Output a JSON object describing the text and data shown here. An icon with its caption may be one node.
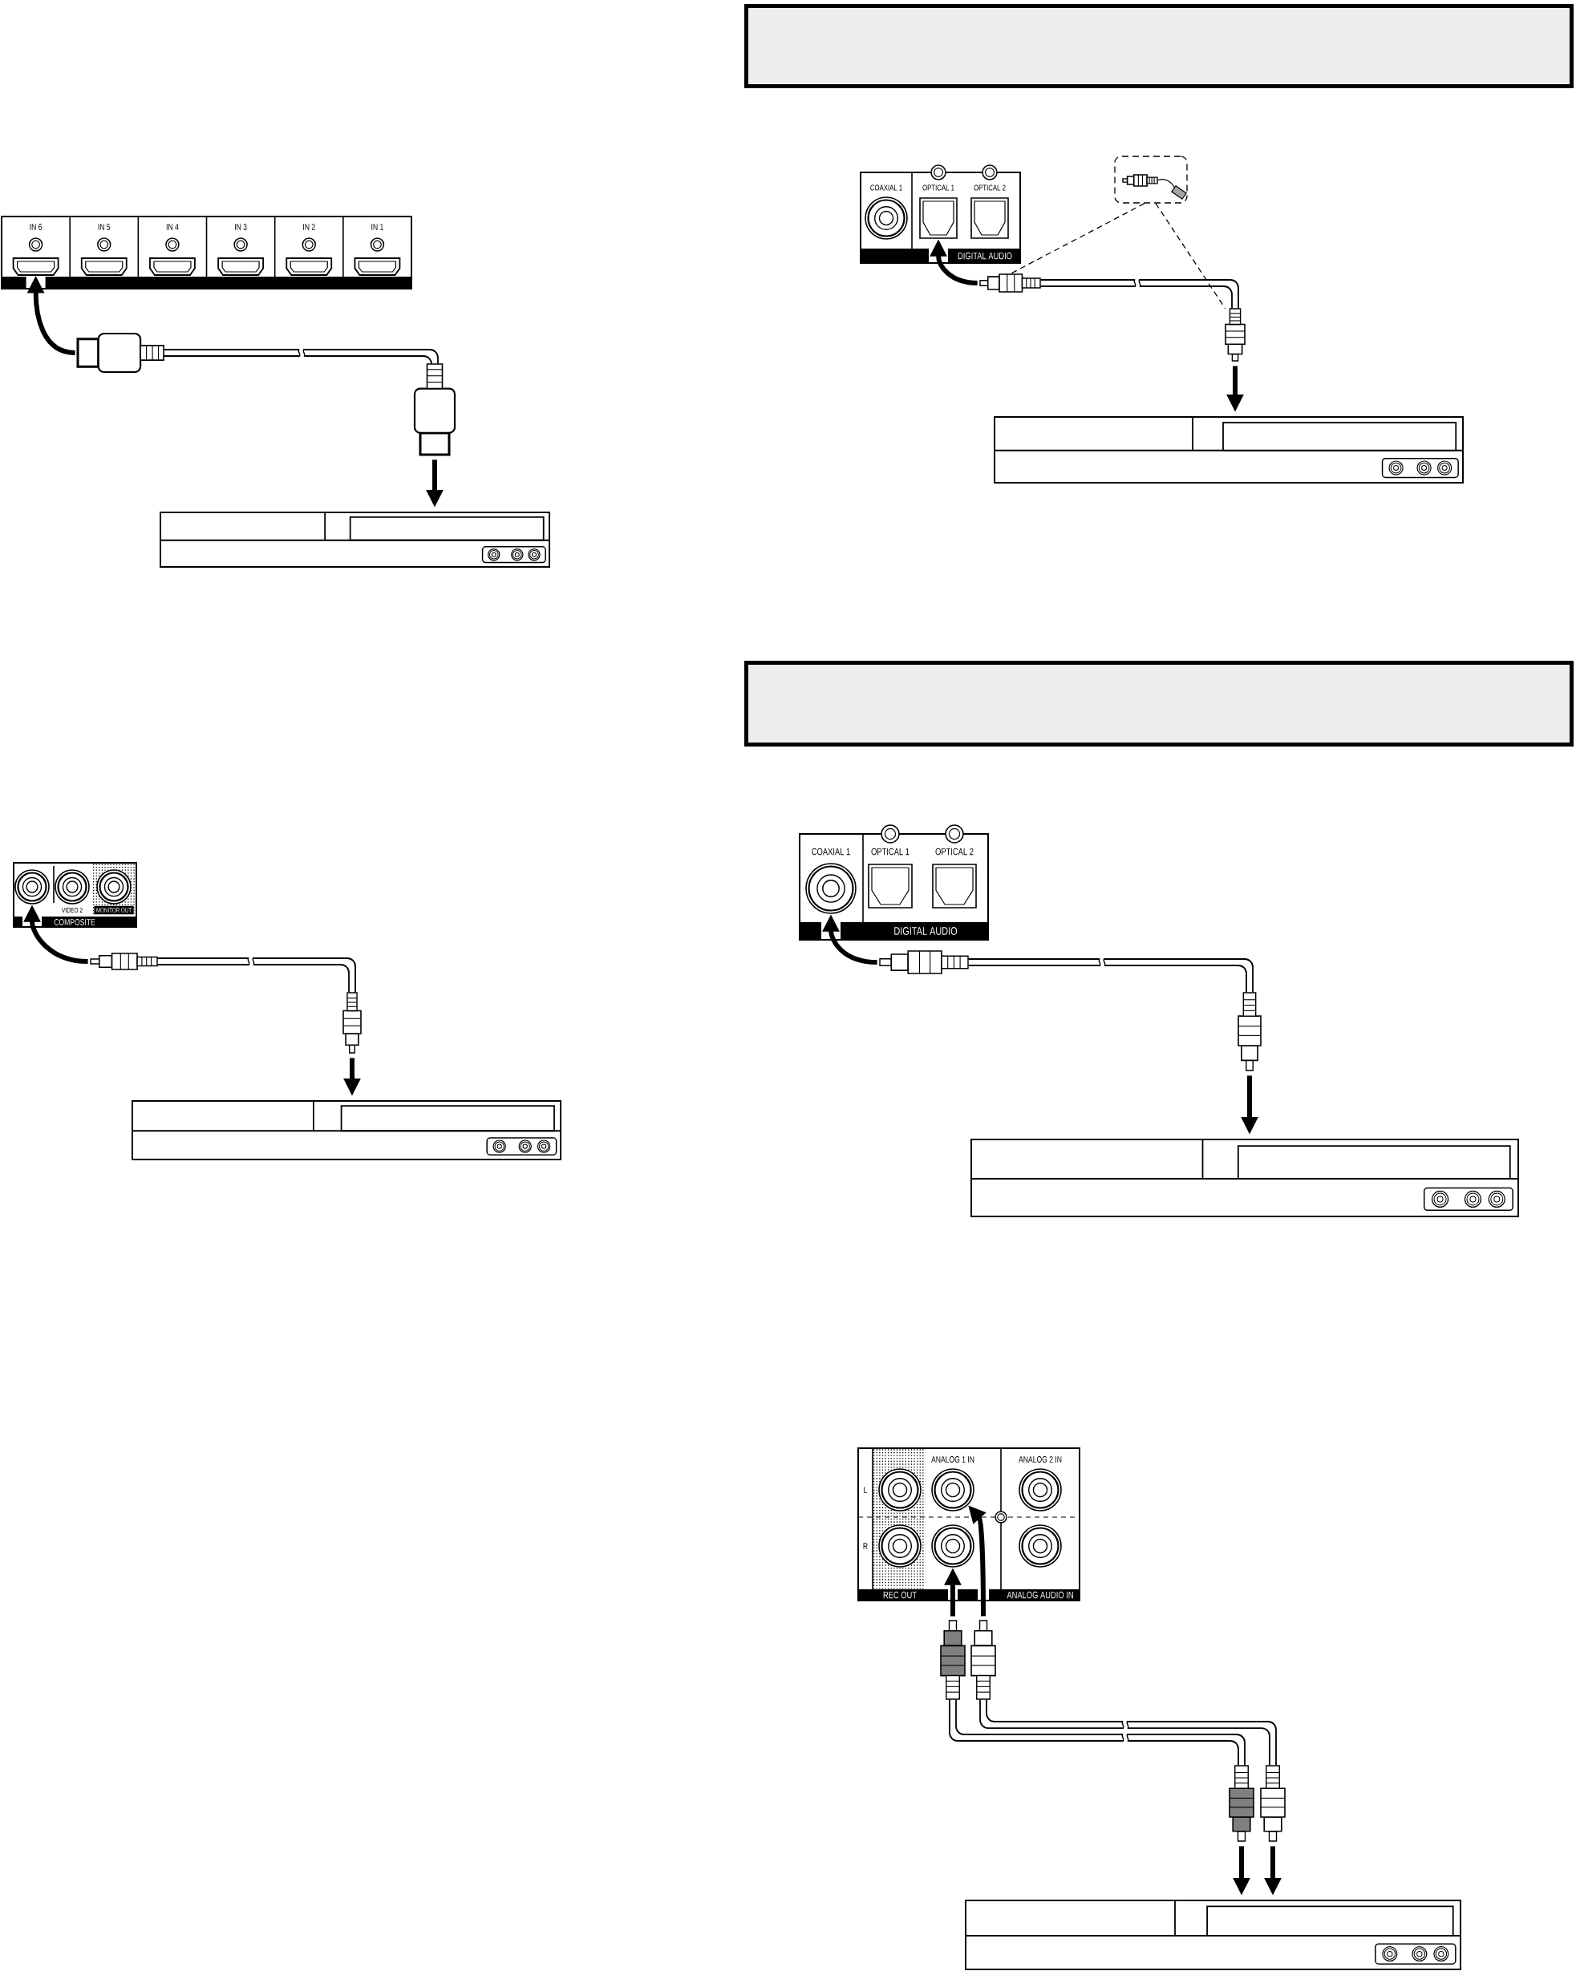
{
  "diagram": {
    "nodes": [
      {
        "text": [],
        "shape": "box"
      },
      {
        "text": [],
        "shape": "box",
        "in": 0,
        "beside": [
          "IN 6"
        ]
      },
      {
        "text": [],
        "shape": "box",
        "in": 0,
        "beside": [
          "IN 5"
        ]
      },
      {
        "text": [],
        "shape": "box",
        "in": 0,
        "beside": [
          "IN 4"
        ]
      },
      {
        "text": [],
        "shape": "box",
        "in": 0,
        "beside": [
          "IN 3"
        ]
      },
      {
        "text": [],
        "shape": "box",
        "in": 0,
        "beside": [
          "IN 2"
        ]
      },
      {
        "text": [],
        "shape": "box",
        "in": 0,
        "beside": [
          "IN 1"
        ]
      },
      {
        "text": [],
        "shape": "picture"
      },
      {
        "text": [],
        "shape": "picture"
      },
      {
        "text": [],
        "shape": "picture"
      },
      {
        "text": [
          "COMPOSITE"
        ]
      },
      {
        "text": [],
        "shape": "circle",
        "in": 10
      },
      {
        "text": [],
        "shape": "circle",
        "in": 10,
        "beside": [
          "VIDEO 2"
        ]
      },
      {
        "text": [],
        "shape": "circle",
        "in": 10,
        "beside": [
          "MONITOR OUT"
        ]
      },
      {
        "text": [],
        "shape": "picture"
      },
      {
        "text": [],
        "shape": "picture"
      },
      {
        "text": [],
        "shape": "picture"
      },
      {
        "text": [],
        "shape": "box"
      },
      {
        "text": [
          "DIGITAL AUDIO"
        ]
      },
      {
        "text": [],
        "shape": "circle",
        "in": 18,
        "beside": [
          "COAXIAL 1"
        ]
      },
      {
        "text": [],
        "shape": "box",
        "in": 18,
        "beside": [
          "OPTICAL 1"
        ]
      },
      {
        "text": [],
        "shape": "box",
        "in": 18,
        "beside": [
          "OPTICAL 2"
        ]
      },
      {
        "text": [],
        "shape": "picture"
      },
      {
        "text": [],
        "shape": "picture"
      },
      {
        "text": [],
        "shape": "picture"
      },
      {
        "text": [],
        "shape": "picture"
      },
      {
        "text": [],
        "shape": "box"
      },
      {
        "text": [
          "DIGITAL AUDIO"
        ]
      },
      {
        "text": [],
        "shape": "circle",
        "in": 27,
        "beside": [
          "COAXIAL 1"
        ]
      },
      {
        "text": [],
        "shape": "box",
        "in": 27,
        "beside": [
          "OPTICAL 1"
        ]
      },
      {
        "text": [],
        "shape": "box",
        "in": 27,
        "beside": [
          "OPTICAL 2"
        ]
      },
      {
        "text": [],
        "shape": "picture"
      },
      {
        "text": [],
        "shape": "picture"
      },
      {
        "text": [],
        "shape": "picture"
      },
      {
        "text": [
          "L",
          "R",
          "REC OUT",
          "ANALOG AUDIO IN"
        ]
      },
      {
        "text": [],
        "shape": "circle",
        "in": 34
      },
      {
        "text": [],
        "shape": "circle",
        "in": 34,
        "beside": [
          "ANALOG 1 IN"
        ]
      },
      {
        "text": [],
        "shape": "circle",
        "in": 34,
        "beside": [
          "ANALOG 2 IN"
        ]
      },
      {
        "text": [],
        "shape": "circle",
        "in": 34
      },
      {
        "text": [],
        "shape": "circle",
        "in": 34
      },
      {
        "text": [],
        "shape": "circle",
        "in": 34
      },
      {
        "text": [],
        "shape": "picture"
      },
      {
        "text": [],
        "shape": "picture"
      },
      {
        "text": [],
        "shape": "picture"
      },
      {
        "text": [],
        "shape": "picture"
      },
      {
        "text": [],
        "shape": "picture"
      }
    ],
    "edges": [
      {
        "from": 7,
        "to": 1,
        "arrow": "to"
      },
      {
        "from": 7,
        "to": 8,
        "arrow": "none"
      },
      {
        "from": 8,
        "to": 9,
        "arrow": "to"
      },
      {
        "from": 14,
        "to": 11,
        "arrow": "to"
      },
      {
        "from": 14,
        "to": 15,
        "arrow": "none"
      },
      {
        "from": 15,
        "to": 16,
        "arrow": "to"
      },
      {
        "from": 23,
        "to": 20,
        "arrow": "to"
      },
      {
        "from": 23,
        "to": 24,
        "arrow": "none"
      },
      {
        "from": 24,
        "to": 25,
        "arrow": "to"
      },
      {
        "from": 22,
        "to": 23,
        "arrow": "none",
        "style": "dashed"
      },
      {
        "from": 22,
        "to": 24,
        "arrow": "none",
        "style": "dashed"
      },
      {
        "from": 31,
        "to": 28,
        "arrow": "to"
      },
      {
        "from": 31,
        "to": 32,
        "arrow": "none"
      },
      {
        "from": 32,
        "to": 33,
        "arrow": "to"
      },
      {
        "from": 41,
        "to": 39,
        "arrow": "to"
      },
      {
        "from": 42,
        "to": 36,
        "arrow": "to"
      },
      {
        "from": 41,
        "to": 43,
        "arrow": "none"
      },
      {
        "from": 42,
        "to": 44,
        "arrow": "none"
      },
      {
        "from": 43,
        "to": 45,
        "arrow": "to"
      },
      {
        "from": 44,
        "to": 45,
        "arrow": "to"
      }
    ]
  }
}
